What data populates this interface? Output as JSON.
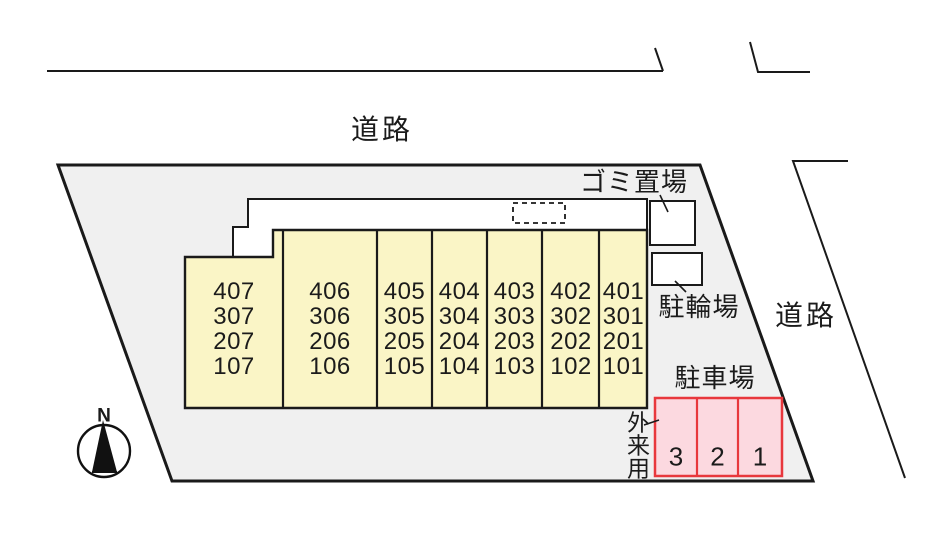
{
  "labels": {
    "road_top": "道路",
    "road_right": "道路",
    "garbage_area": "ゴミ置場",
    "bicycle_parking": "駐輪場",
    "car_parking": "駐車場",
    "visitor_use": "外来用",
    "compass_north": "N"
  },
  "building": {
    "floors": [
      [
        "407",
        "406",
        "405",
        "404",
        "403",
        "402",
        "401"
      ],
      [
        "307",
        "306",
        "305",
        "304",
        "303",
        "302",
        "301"
      ],
      [
        "207",
        "206",
        "205",
        "204",
        "203",
        "202",
        "201"
      ],
      [
        "107",
        "106",
        "105",
        "104",
        "103",
        "102",
        "101"
      ]
    ]
  },
  "parking": {
    "stall_numbers": [
      "3",
      "2",
      "1"
    ]
  },
  "colors": {
    "site_fill": "#f0f0f0",
    "building_fill": "#faf5c6",
    "white_fill": "#ffffff",
    "parking_fill": "#fcd9e0",
    "parking_border": "#e8383d",
    "line_color": "#1a1a1a"
  }
}
